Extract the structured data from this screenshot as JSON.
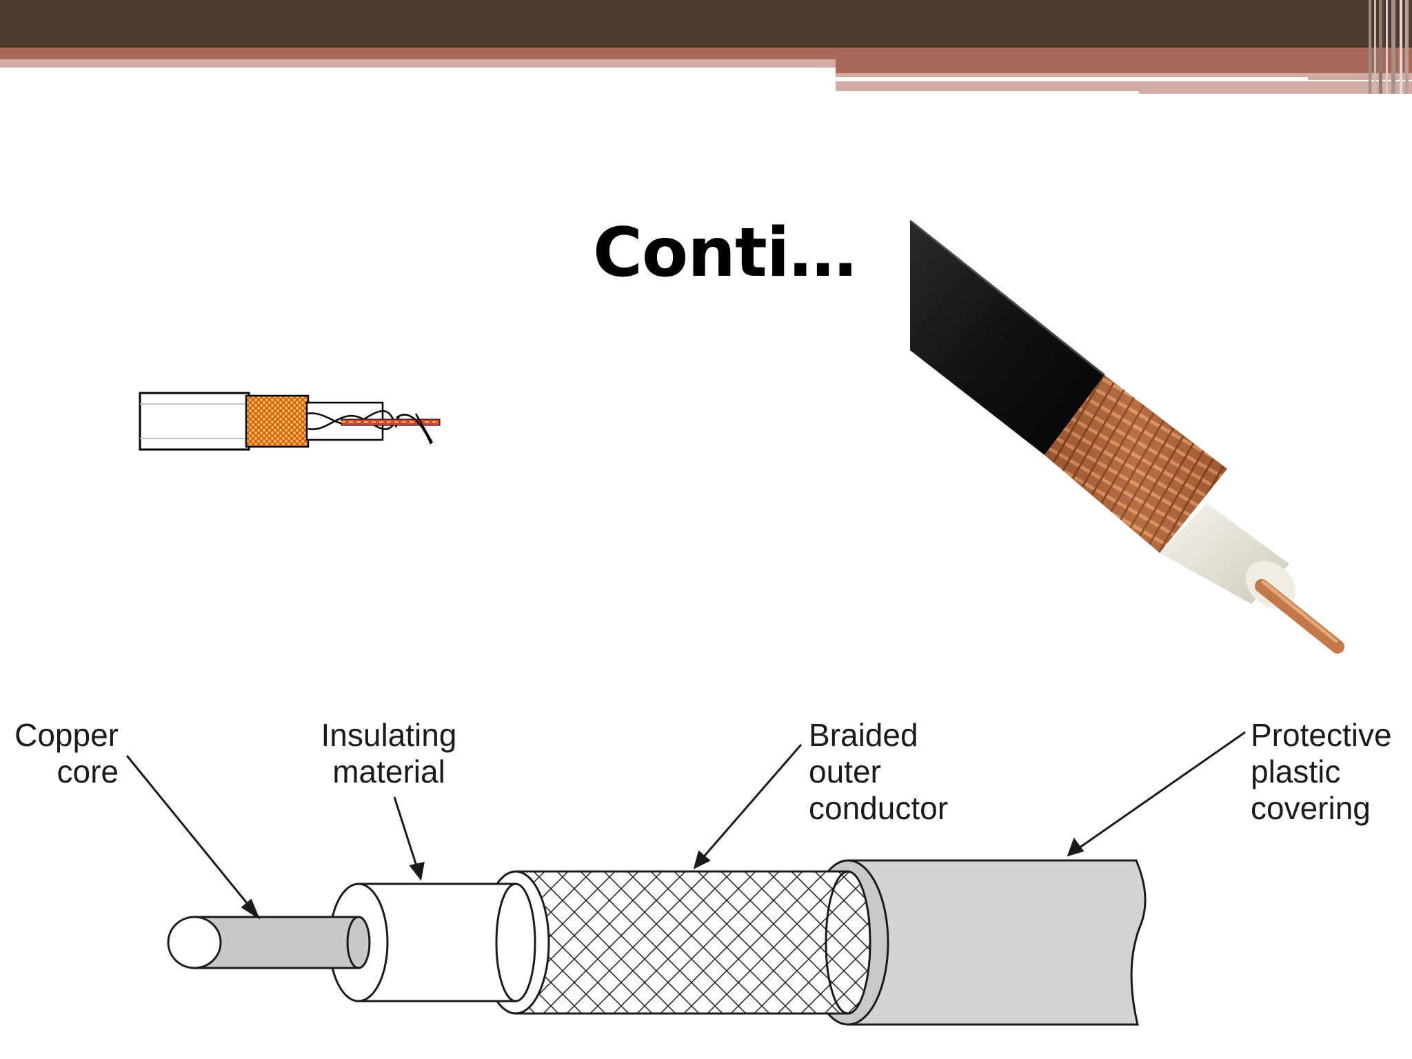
{
  "slide": {
    "title": "Conti…",
    "colors": {
      "band_dark": "#4f3a2e",
      "band_accent": "#a8685a",
      "band_light": "#d2aca2",
      "braid_yellow": "#f2c523",
      "braid_red": "#d2463c",
      "copper": "#c3784a",
      "jacket": "#141414",
      "diagram_gray": "#d4d4d4"
    }
  },
  "diagram": {
    "labels": {
      "copper_core": [
        "Copper",
        "core"
      ],
      "insulating_material": [
        "Insulating",
        "material"
      ],
      "braided_outer_conductor": [
        "Braided",
        "outer",
        "conductor"
      ],
      "protective_plastic_covering": [
        "Protective",
        "plastic",
        "covering"
      ]
    }
  },
  "images": {
    "small_cable": "small-coax-cable-illustration",
    "photo_cable": "coax-cable-photo"
  }
}
